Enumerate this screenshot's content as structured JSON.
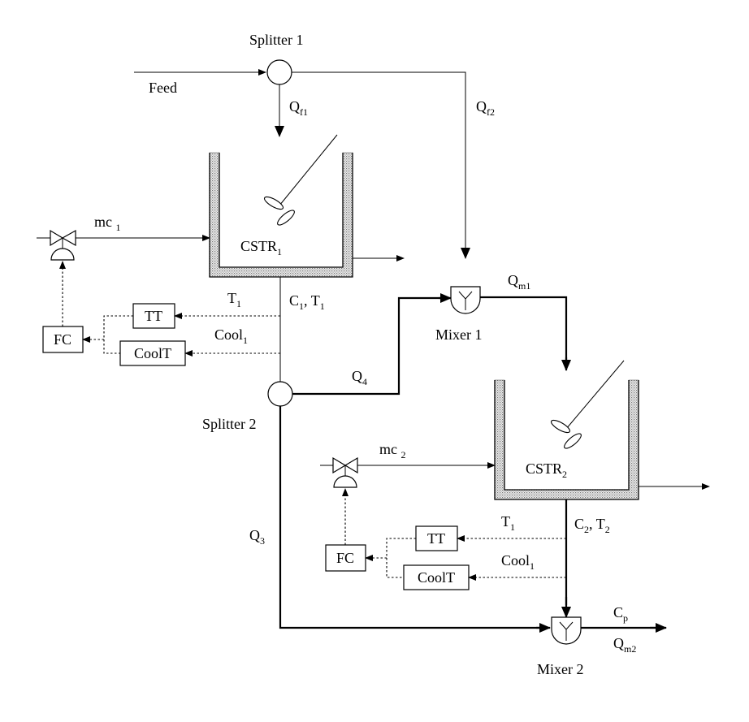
{
  "units": {
    "splitter1": "Splitter 1",
    "splitter2": "Splitter 2",
    "mixer1": "Mixer 1",
    "mixer2": "Mixer 2",
    "cstr1": {
      "base": "CSTR",
      "sub": "1"
    },
    "cstr2": {
      "base": "CSTR",
      "sub": "2"
    }
  },
  "streams": {
    "feed": "Feed",
    "qf1": {
      "base": "Q",
      "sub": "f1"
    },
    "qf2": {
      "base": "Q",
      "sub": "f2"
    },
    "qm1": {
      "base": "Q",
      "sub": "m1"
    },
    "q4": {
      "base": "Q",
      "sub": "4"
    },
    "q3": {
      "base": "Q",
      "sub": "3"
    },
    "cp": {
      "base": "C",
      "sub": "p"
    },
    "qm2": {
      "base": "Q",
      "sub": "m2"
    },
    "mc1": {
      "base": "mc ",
      "sub": "1"
    },
    "mc2": {
      "base": "mc ",
      "sub": "2"
    },
    "c1t1": {
      "a": "C",
      "a_sub": "1",
      "sep": ", T",
      "b_sub": "1"
    },
    "c2t2": {
      "a": "C",
      "a_sub": "2",
      "sep": ", T",
      "b_sub": "2"
    }
  },
  "signals": {
    "t1_top": {
      "base": "T",
      "sub": "1"
    },
    "cool1_top": {
      "base": "Cool",
      "sub": "1"
    },
    "t1_bottom": {
      "base": "T",
      "sub": "1"
    },
    "cool1_bottom": {
      "base": "Cool",
      "sub": "1"
    }
  },
  "instruments": {
    "tt1": "TT",
    "coolt1": "CoolT",
    "fc1": "FC",
    "tt2": "TT",
    "coolt2": "CoolT",
    "fc2": "FC"
  }
}
